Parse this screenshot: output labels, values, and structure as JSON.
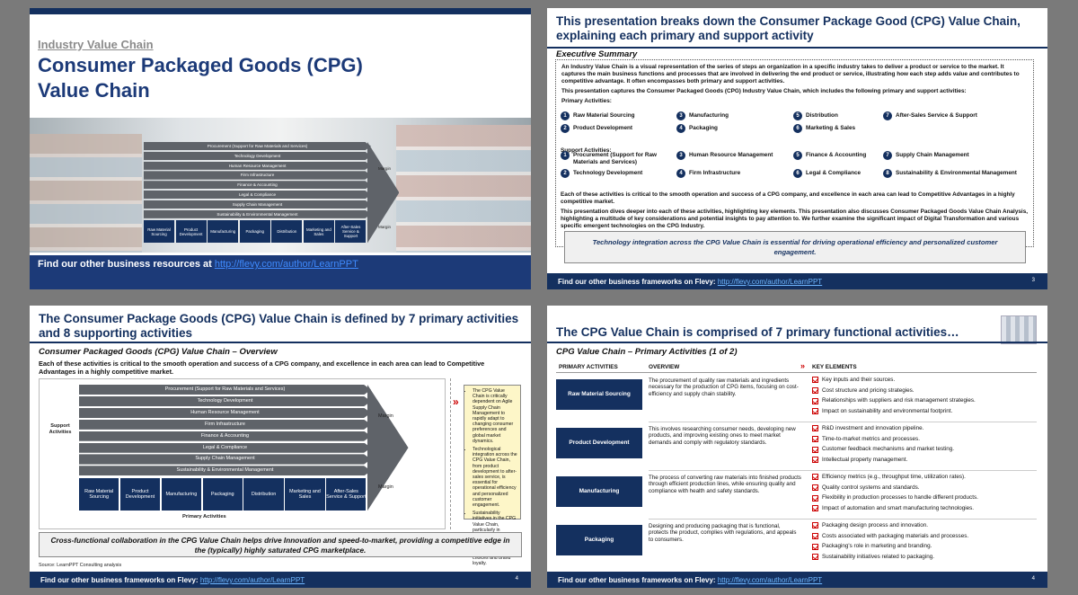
{
  "chain": {
    "support": [
      "Procurement (Support for Raw Materials and Services)",
      "Technology Development",
      "Human Resource Management",
      "Firm Infrastructure",
      "Finance & Accounting",
      "Legal & Compliance",
      "Supply Chain Management",
      "Sustainability & Environmental Management"
    ],
    "primary": [
      "Raw Material Sourcing",
      "Product Development",
      "Manufacturing",
      "Packaging",
      "Distribution",
      "Marketing and Sales",
      "After-Sales Service & Support"
    ],
    "margin": "Margin"
  },
  "slide1": {
    "kicker": "Industry Value Chain",
    "title": "Consumer Packaged Goods (CPG) Value Chain",
    "find_text": "Find our other business resources at",
    "find_link": "http://flevy.com/author/LearnPPT"
  },
  "slide2": {
    "title": "This presentation breaks down the Consumer Package Good (CPG) Value Chain, explaining each primary and support activity",
    "subtitle": "Executive Summary",
    "p1": "An Industry Value Chain is a visual representation of the series of steps an organization in a specific industry takes to deliver a product or service to the market. It captures the main business functions and processes that are involved in delivering the end product or service, illustrating how each step adds value and contributes to competitive advantage. It often encompasses both primary and support activities.",
    "p2": "This presentation captures the Consumer Packaged Goods (CPG) Industry Value Chain, which includes the following primary and support activities:",
    "primary_label": "Primary Activities:",
    "primary_items": [
      {
        "n": "1",
        "t": "Raw Material Sourcing"
      },
      {
        "n": "2",
        "t": "Product Development"
      },
      {
        "n": "3",
        "t": "Manufacturing"
      },
      {
        "n": "4",
        "t": "Packaging"
      },
      {
        "n": "5",
        "t": "Distribution"
      },
      {
        "n": "6",
        "t": "Marketing & Sales"
      },
      {
        "n": "7",
        "t": "After-Sales Service & Support"
      }
    ],
    "support_label": "Support Activities:",
    "support_items": [
      {
        "n": "1",
        "t": "Procurement (Support for Raw Materials and Services)"
      },
      {
        "n": "2",
        "t": "Technology Development"
      },
      {
        "n": "3",
        "t": "Human Resource Management"
      },
      {
        "n": "4",
        "t": "Firm Infrastructure"
      },
      {
        "n": "5",
        "t": "Finance & Accounting"
      },
      {
        "n": "6",
        "t": "Legal & Compliance"
      },
      {
        "n": "7",
        "t": "Supply Chain Management"
      },
      {
        "n": "8",
        "t": "Sustainability & Environmental Management"
      }
    ],
    "p3": "Each of these activities is critical to the smooth operation and success of a CPG company, and excellence in each area can lead to Competitive Advantages in a highly competitive market.",
    "p4": "This presentation dives deeper into each of these activities, highlighting key elements. This presentation also discusses Consumer Packaged Goods Value Chain Analysis, highlighting a multitude of key considerations and potential insights to pay attention to. We further examine the significant impact of Digital Transformation and various specific emergent technologies on the CPG Industry.",
    "callout": "Technology integration across the CPG Value Chain is essential for driving operational efficiency and personalized customer engagement.",
    "page": "3"
  },
  "slide3": {
    "title": "The Consumer Package Goods (CPG) Value Chain is defined by 7 primary activities and 8 supporting activities",
    "subtitle": "Consumer Packaged Goods (CPG) Value Chain – Overview",
    "desc": "Each of these activities is critical to the smooth operation and success of a CPG company, and excellence in each area can lead to Competitive Advantages in a highly competitive market.",
    "support_label": "Support Activities",
    "primary_label": "Primary Activities",
    "notes": [
      "The CPG Value Chain is critically dependent on Agile Supply Chain Management to rapidly adapt to changing consumer preferences and global market dynamics.",
      "Technological integration across the CPG Value Chain, from product development to after-sales service, is essential for operational efficiency and personalized customer engagement.",
      "Sustainability initiatives in the CPG Value Chain, particularly in sourcing and packaging, are increasingly influencing consumer choices and brand loyalty."
    ],
    "callout": "Cross-functional collaboration in the CPG Value Chain helps drive Innovation and speed-to-market, providing a competitive edge in the (typically) highly saturated CPG marketplace.",
    "source": "Source: LearnPPT Consulting analysis",
    "page": "4"
  },
  "slide4": {
    "title": "The CPG Value Chain is comprised of 7 primary functional activities…",
    "subtitle": "CPG Value Chain – Primary Activities (1 of 2)",
    "col1": "PRIMARY ACTIVITIES",
    "col2": "OVERVIEW",
    "col3": "KEY ELEMENTS",
    "rows": [
      {
        "name": "Raw Material Sourcing",
        "overview": "The procurement of quality raw materials and ingredients necessary for the production of CPG items, focusing on cost-efficiency and supply chain stability.",
        "keys": [
          "Key inputs and their sources.",
          "Cost structure and pricing strategies.",
          "Relationships with suppliers and risk management strategies.",
          "Impact on sustainability and environmental footprint."
        ]
      },
      {
        "name": "Product Development",
        "overview": "This involves researching consumer needs, developing new products, and improving existing ones to meet market demands and comply with regulatory standards.",
        "keys": [
          "R&D investment and innovation pipeline.",
          "Time-to-market metrics and processes.",
          "Customer feedback mechanisms and market testing.",
          "Intellectual property management."
        ]
      },
      {
        "name": "Manufacturing",
        "overview": "The process of converting raw materials into finished products through efficient production lines, while ensuring quality and compliance with health and safety standards.",
        "keys": [
          "Efficiency metrics (e.g., throughput time, utilization rates).",
          "Quality control systems and standards.",
          "Flexibility in production processes to handle different products.",
          "Impact of automation and smart manufacturing technologies."
        ]
      },
      {
        "name": "Packaging",
        "overview": "Designing and producing packaging that is functional, protects the product, complies with regulations, and appeals to consumers.",
        "keys": [
          "Packaging design process and innovation.",
          "Costs associated with packaging materials and processes.",
          "Packaging's role in marketing and branding.",
          "Sustainability initiatives related to packaging."
        ]
      }
    ],
    "page": "4"
  },
  "footer": {
    "text": "Find our other business frameworks on Flevy:",
    "link": "http://flevy.com/author/LearnPPT"
  }
}
